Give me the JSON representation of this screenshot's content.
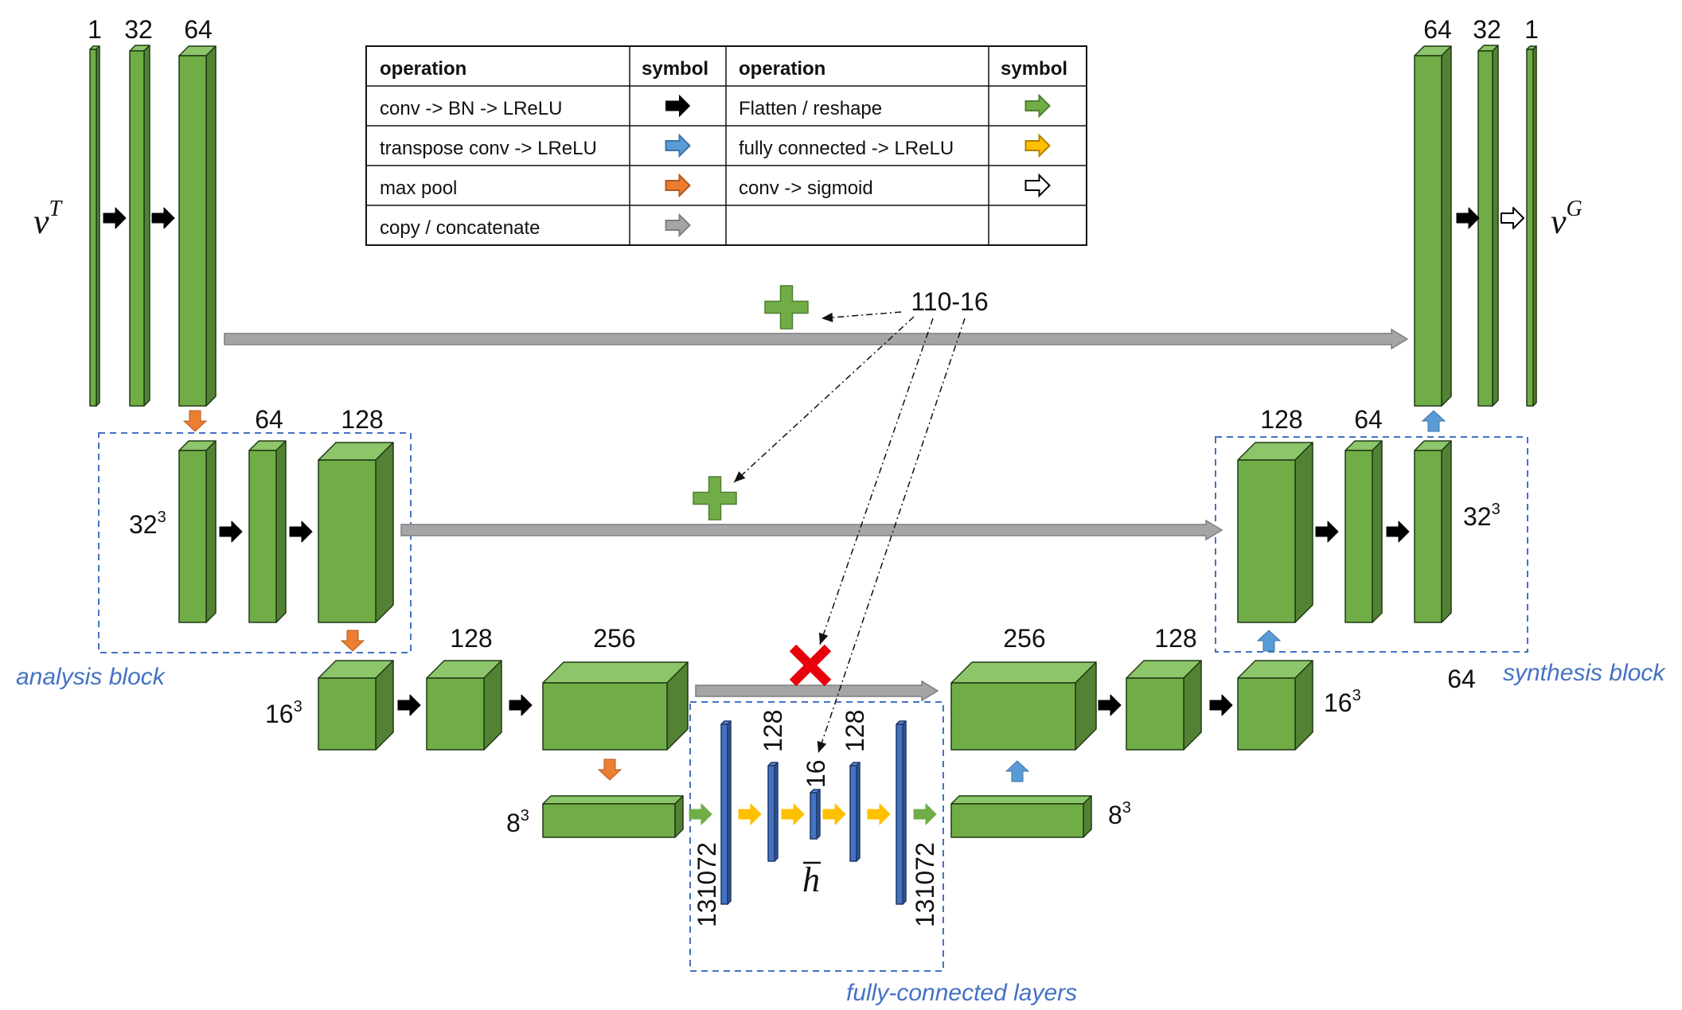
{
  "legend": {
    "headers": [
      "operation",
      "symbol",
      "operation",
      "symbol"
    ],
    "rows": [
      {
        "op1": "conv -> BN -> LReLU",
        "sym1": "black-arrow",
        "op2": "Flatten / reshape",
        "sym2": "green-arrow"
      },
      {
        "op1": "transpose  conv -> LReLU",
        "sym1": "blue-arrow",
        "op2": "fully connected -> LReLU",
        "sym2": "yellow-arrow"
      },
      {
        "op1": "max pool",
        "sym1": "orange-arrow",
        "op2": "conv -> sigmoid",
        "sym2": "white-arrow"
      },
      {
        "op1": "copy / concatenate",
        "sym1": "gray-arrow",
        "op2": "",
        "sym2": ""
      }
    ]
  },
  "labels": {
    "top_left": [
      "1",
      "32",
      "64"
    ],
    "top_right": [
      "64",
      "32",
      "1"
    ],
    "input_var": "v",
    "input_sup": "T",
    "output_var": "v",
    "output_sup": "G",
    "latent_ref": "110-16",
    "level2_left": [
      "64",
      "128"
    ],
    "level2_right": [
      "128",
      "64"
    ],
    "res32": "32",
    "res16": "16",
    "res8": "8",
    "cube_exp": "3",
    "level3_left": [
      "128",
      "256"
    ],
    "level3_right": [
      "256",
      "128"
    ],
    "stray_64": "64",
    "fc_sizes": [
      "131072",
      "128",
      "16",
      "128",
      "131072"
    ],
    "latent": "h"
  },
  "blocks": {
    "analysis": "analysis block",
    "synthesis": "synthesis block",
    "fc": "fully-connected layers"
  },
  "colors": {
    "green_front": "#70ad47",
    "green_top": "#8cc56a",
    "green_side": "#548235",
    "blue_layer": "#4472c4",
    "black_arrow": "#000000",
    "orange_arrow": "#ed7d31",
    "blue_arrow": "#5b9bd5",
    "gray_arrow": "#a5a5a5",
    "yellow_arrow": "#ffc000",
    "green_arrow": "#70ad47",
    "red_cross": "#e8000b",
    "dashed_box": "#4472c4"
  }
}
